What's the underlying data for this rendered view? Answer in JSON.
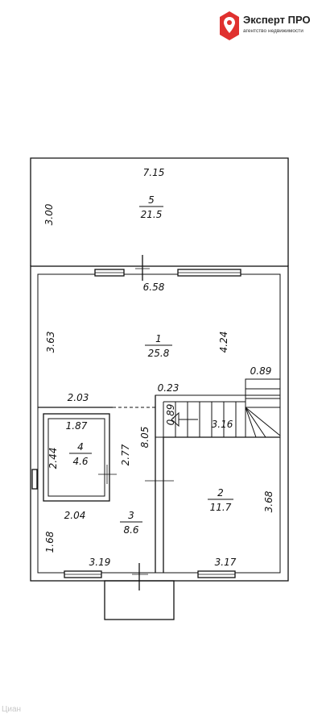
{
  "logo": {
    "title": "Эксперт ПРО",
    "subtitle": "агентство недвижимости",
    "accent": "#e0312f"
  },
  "rooms": [
    {
      "number": "5",
      "area": "21.5"
    },
    {
      "number": "1",
      "area": "25.8"
    },
    {
      "number": "4",
      "area": "4.6"
    },
    {
      "number": "3",
      "area": "8.6"
    },
    {
      "number": "2",
      "area": "11.7"
    }
  ],
  "dimensions": {
    "d_7_15": "7.15",
    "d_3_00": "3.00",
    "d_6_58": "6.58",
    "d_3_63": "3.63",
    "d_4_24": "4.24",
    "d_0_89_top": "0.89",
    "d_0_23": "0.23",
    "d_2_03": "2.03",
    "d_0_89_v": "0.89",
    "d_3_16": "3.16",
    "d_1_87": "1.87",
    "d_2_44": "2.44",
    "d_2_77": "2.77",
    "d_8_05": "8.05",
    "d_2_04": "2.04",
    "d_1_68": "1.68",
    "d_3_19": "3.19",
    "d_3_17": "3.17",
    "d_3_68": "3.68"
  },
  "watermark": "Циан"
}
